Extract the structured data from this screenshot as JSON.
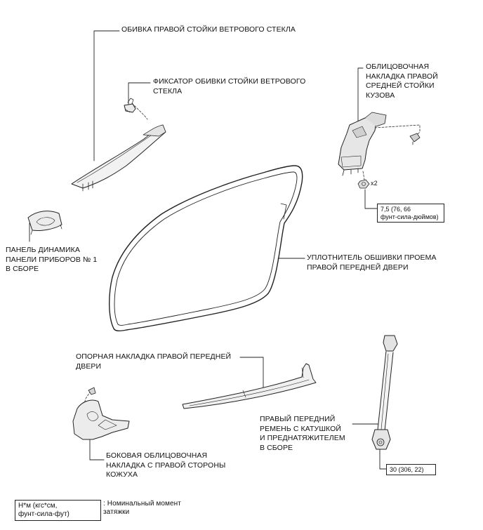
{
  "labels": {
    "a_pillar_garnish": "ОБИВКА ПРАВОЙ СТОЙКИ ВЕТРОВОГО СТЕКЛА",
    "a_pillar_clip": "ФИКСАТОР ОБИВКИ СТОЙКИ ВЕТРОВОГО\nСТЕКЛА",
    "b_pillar_garnish": "ОБЛИЦОВОЧНАЯ\nНАКЛАДКА ПРАВОЙ\nСРЕДНЕЙ СТОЙКИ\nКУЗОВА",
    "speaker_panel": "ПАНЕЛЬ ДИНАМИКА\nПАНЕЛИ ПРИБОРОВ № 1\nВ СБОРЕ",
    "door_weatherstrip": "УПЛОТНИТЕЛЬ ОБШИВКИ ПРОЕМА\nПРАВОЙ ПЕРЕДНЕЙ ДВЕРИ",
    "scuff_plate": "ОПОРНАЯ НАКЛАДКА ПРАВОЙ ПЕРЕДНЕЙ\nДВЕРИ",
    "cowl_side_trim": "БОКОВАЯ ОБЛИЦОВОЧНАЯ\nНАКЛАДКА С ПРАВОЙ СТОРОНЫ\nКОЖУХА",
    "seat_belt": "ПРАВЫЙ ПЕРЕДНИЙ\nРЕМЕНЬ С КАТУШКОЙ\nИ ПРЕДНАТЯЖИТЕЛЕМ\nВ СБОРЕ"
  },
  "quantity": "x2",
  "torque": {
    "b_pillar_bolt": "7,5 (76, 66\nфунт-сила-дюймов)",
    "seat_belt_bolt": "30 (306, 22)"
  },
  "legend": {
    "units": "Н*м (кгс*см,\nфунт-сила-фут)",
    "description": ": Номинальный момент\nзатяжки"
  }
}
